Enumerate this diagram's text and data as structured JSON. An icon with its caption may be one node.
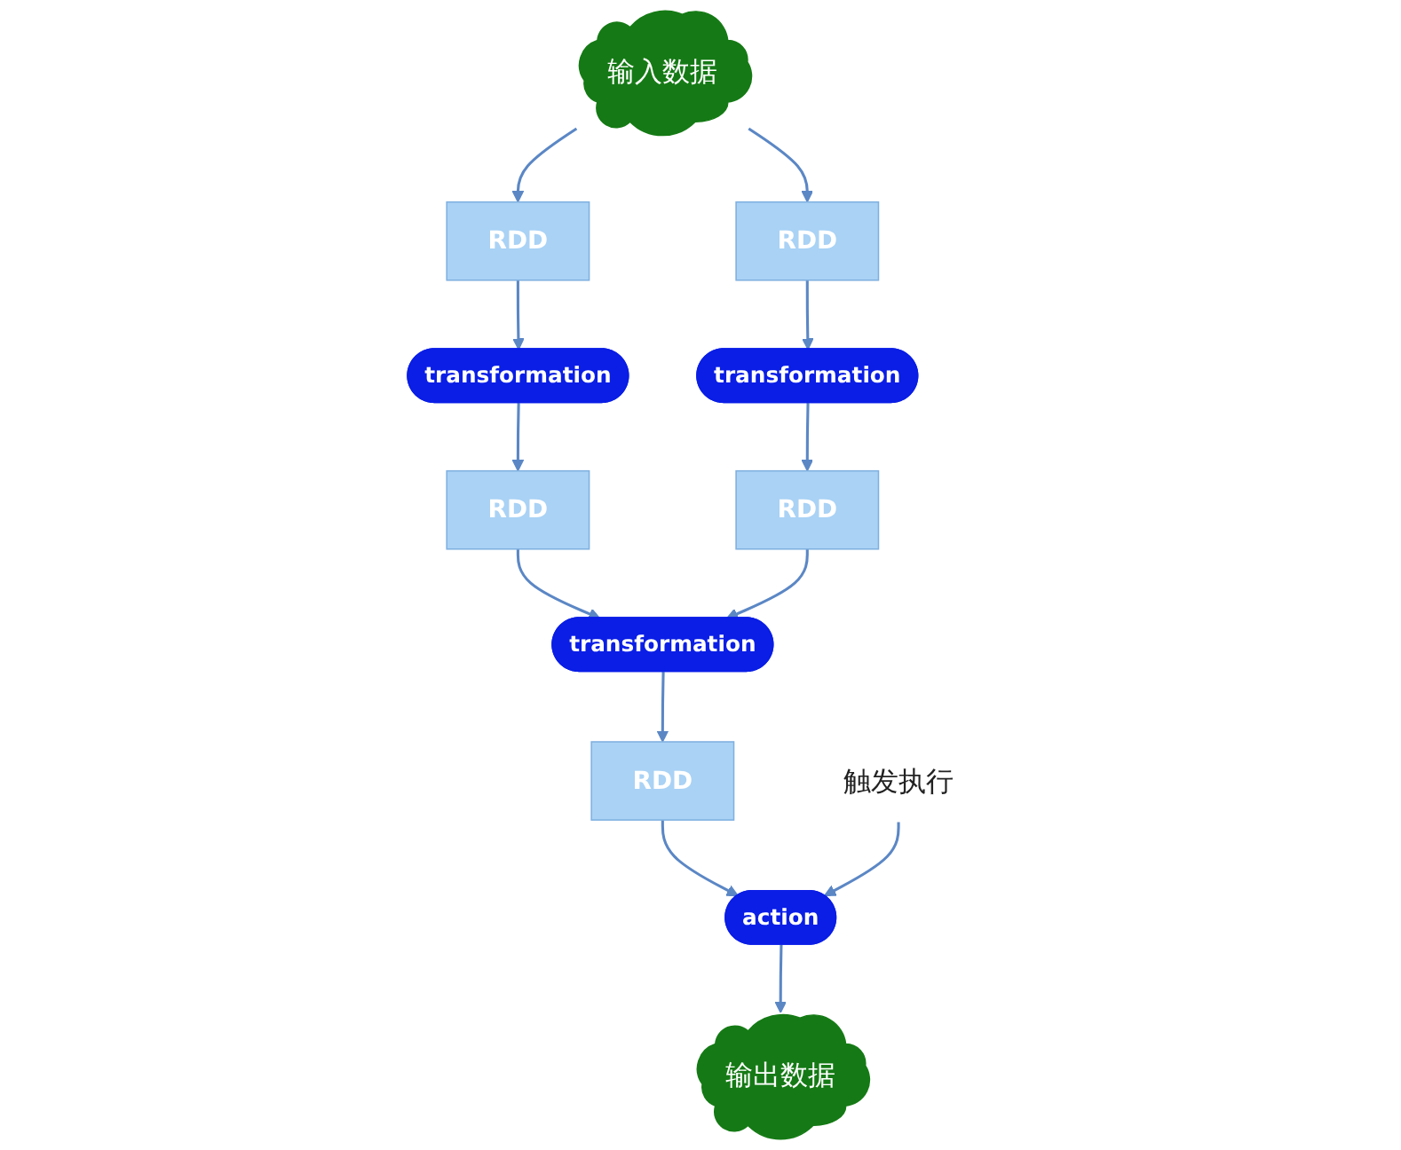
{
  "diagram": {
    "nodes": [
      {
        "text": [
          "输入数据"
        ]
      },
      {
        "text": [
          "RDD"
        ]
      },
      {
        "text": [
          "RDD"
        ]
      },
      {
        "text": [
          "transformation"
        ]
      },
      {
        "text": [
          "transformation"
        ]
      },
      {
        "text": [
          "RDD"
        ]
      },
      {
        "text": [
          "RDD"
        ]
      },
      {
        "text": [
          "transformation"
        ]
      },
      {
        "text": [
          "RDD"
        ]
      },
      {
        "text": [
          "action"
        ]
      },
      {
        "text": [
          "输出数据"
        ]
      },
      {
        "text": [
          "触发执行"
        ]
      }
    ],
    "edges": [
      {
        "from": 0,
        "to": 1,
        "arrow": "to"
      },
      {
        "from": 0,
        "to": 2,
        "arrow": "to"
      },
      {
        "from": 1,
        "to": 3,
        "arrow": "to"
      },
      {
        "from": 2,
        "to": 4,
        "arrow": "to"
      },
      {
        "from": 3,
        "to": 5,
        "arrow": "to"
      },
      {
        "from": 4,
        "to": 6,
        "arrow": "to"
      },
      {
        "from": 5,
        "to": 7,
        "arrow": "to"
      },
      {
        "from": 6,
        "to": 7,
        "arrow": "to"
      },
      {
        "from": 7,
        "to": 8,
        "arrow": "to"
      },
      {
        "from": 8,
        "to": 9,
        "arrow": "to"
      },
      {
        "from": 9,
        "to": 10,
        "arrow": "to"
      },
      {
        "from": 11,
        "to": 9,
        "arrow": "to"
      }
    ]
  }
}
